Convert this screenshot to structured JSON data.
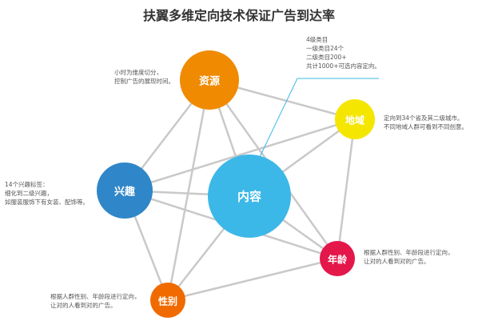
{
  "title": "扶翼多维定向技术保证广告到达率",
  "nodes": {
    "resource": {
      "label": "资源",
      "color": "#f08a00"
    },
    "region": {
      "label": "地域",
      "color": "#f5e600"
    },
    "interest": {
      "label": "兴趣",
      "color": "#2f86c8"
    },
    "content": {
      "label": "内容",
      "color": "#3cb8e8"
    },
    "age": {
      "label": "年龄",
      "color": "#e4174a"
    },
    "gender": {
      "label": "性别",
      "color": "#f06a00"
    }
  },
  "notes": {
    "resource": [
      "小时为维度切分，",
      "控制广告的展现时间。"
    ],
    "content": [
      "4级类目",
      "一级类目24个",
      "二级类目200+",
      "共计1000+可选内容定向。"
    ],
    "region": [
      "定向到34个省及其二级城市。",
      "不同地域人群可看到不同创意。"
    ],
    "interest": [
      "14个兴趣标签：",
      "细化到二级兴趣，",
      "如服装服饰下有女装、配饰等。"
    ],
    "age": [
      "根据人群性别、年龄段进行定向，",
      "让对的人看到对的广告。"
    ],
    "gender": [
      "根据人群性别、年龄段进行定向，",
      "让对的人看到对的广告。"
    ]
  },
  "colors": {
    "connector": "#c9c9c9",
    "leader": "#3cb8e8"
  }
}
